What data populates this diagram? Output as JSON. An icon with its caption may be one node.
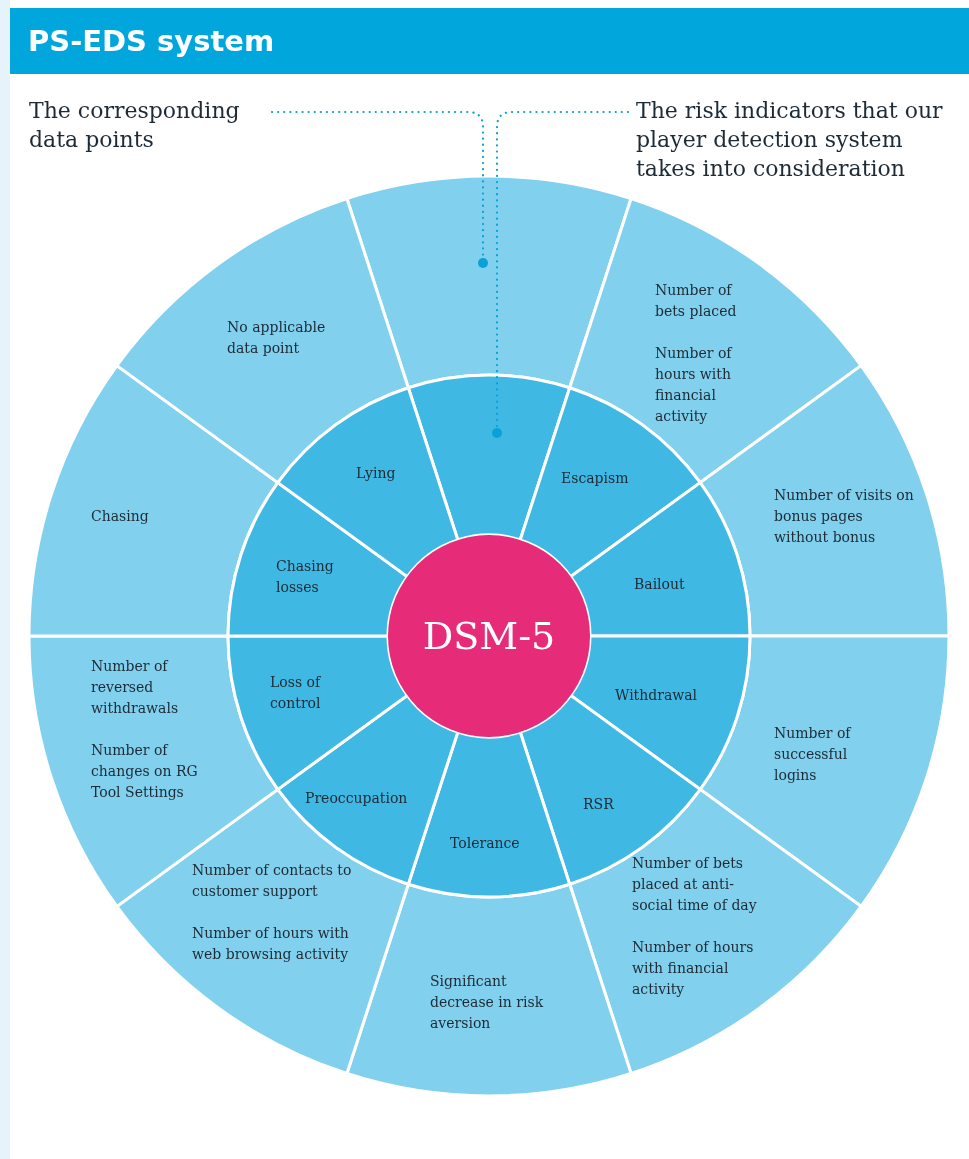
{
  "diagram": {
    "title": "PS-EDS system",
    "nodes": [
      {
        "text": [
          "The corresponding data points"
        ]
      },
      {
        "text": [
          "The risk indicators that our player detection system takes into consideration"
        ]
      },
      {
        "text": [],
        "shape": "wedge"
      },
      {
        "text": [
          "Number of bets placed",
          "Number of hours with financial activity"
        ]
      },
      {
        "text": [
          "Number of visits on bonus pages without bonus"
        ]
      },
      {
        "text": [
          "Number of successful logins"
        ]
      },
      {
        "text": [
          "Number of bets placed at anti-social time of day",
          "Number of hours with financial activity"
        ]
      },
      {
        "text": [
          "Significant decrease in risk aversion"
        ]
      },
      {
        "text": [
          "Number of contacts to customer support",
          "Number of hours with web browsing activity"
        ]
      },
      {
        "text": [
          "Number of reversed withdrawals",
          "Number of changes on RG Tool Settings"
        ]
      },
      {
        "text": [
          "Chasing"
        ]
      },
      {
        "text": [
          "No applicable data point"
        ]
      },
      {
        "text": [],
        "shape": "wedge"
      },
      {
        "text": [
          "Escapism"
        ]
      },
      {
        "text": [
          "Bailout"
        ]
      },
      {
        "text": [
          "Withdrawal"
        ]
      },
      {
        "text": [
          "RSR"
        ]
      },
      {
        "text": [
          "Tolerance"
        ]
      },
      {
        "text": [
          "Preoccupation"
        ]
      },
      {
        "text": [
          "Loss of control"
        ]
      },
      {
        "text": [
          "Chasing losses"
        ]
      },
      {
        "text": [
          "Lying"
        ]
      },
      {
        "text": [
          "DSM-5"
        ]
      }
    ],
    "edges": [
      {
        "from": 0,
        "to": 2,
        "arrow": "other",
        "style": "dashed"
      },
      {
        "from": 1,
        "to": 12,
        "arrow": "other",
        "style": "dashed"
      }
    ]
  }
}
